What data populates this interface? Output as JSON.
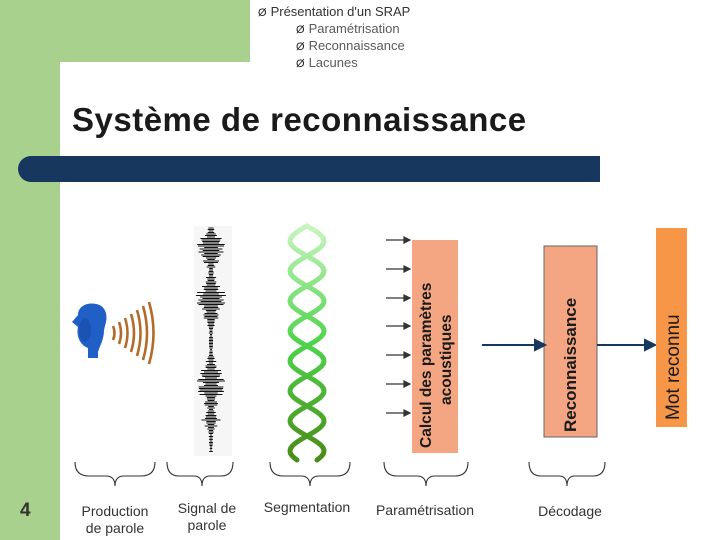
{
  "nav": {
    "item1": "Présentation d'un SRAP",
    "item2": "Paramétrisation",
    "item3": "Reconnaissance",
    "item4": "Lacunes",
    "bullet": "Ø"
  },
  "title": "Système de reconnaissance",
  "boxes": {
    "acoustic_line1": "Calcul des paramètres",
    "acoustic_line2": "acoustiques",
    "recognition": "Reconnaissance",
    "result": "Mot reconnu"
  },
  "labels": {
    "production_1": "Production",
    "production_2": "de parole",
    "signal_1": "Signal de",
    "signal_2": "parole",
    "segmentation": "Segmentation",
    "parametrisation": "Paramétrisation",
    "decoding": "Décodage"
  },
  "slide_number": "4",
  "colors": {
    "green": "#a9d18e",
    "navy": "#17375e",
    "box_orange": "#f4a582",
    "result_orange": "#f79646"
  }
}
